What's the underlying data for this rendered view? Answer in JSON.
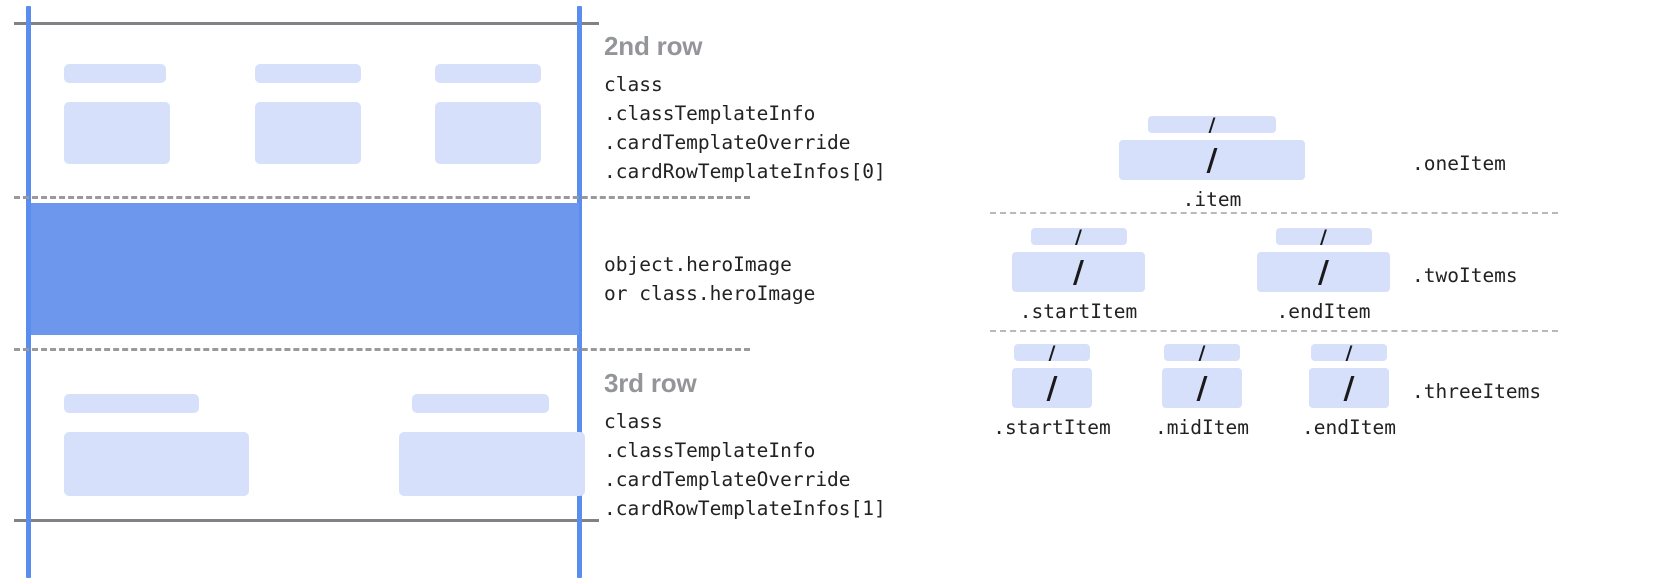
{
  "card_diagram": {
    "name": "card-template-rows-diagram",
    "rows": [
      {
        "id": "second-row",
        "title": "2nd row",
        "code_lines": [
          "class",
          ".classTemplateInfo",
          ".cardTemplateOverride",
          ".cardRowTemplateInfos[0]"
        ],
        "placeholder_columns": 3
      },
      {
        "id": "hero-image-row",
        "title": "",
        "code_lines": [
          "object.heroImage",
          "or class.heroImage"
        ],
        "placeholder_columns": 0
      },
      {
        "id": "third-row",
        "title": "3rd row",
        "code_lines": [
          "class",
          ".classTemplateInfo",
          ".cardTemplateOverride",
          ".cardRowTemplateInfos[1]"
        ],
        "placeholder_columns": 2
      }
    ]
  },
  "item_diagram": {
    "name": "row-item-layouts-diagram",
    "slash_glyph": "/",
    "groups": [
      {
        "id": "one-item",
        "group_label": ".oneItem",
        "items": [
          {
            "label": ".item"
          }
        ]
      },
      {
        "id": "two-items",
        "group_label": ".twoItems",
        "items": [
          {
            "label": ".startItem"
          },
          {
            "label": ".endItem"
          }
        ]
      },
      {
        "id": "three-items",
        "group_label": ".threeItems",
        "items": [
          {
            "label": ".startItem"
          },
          {
            "label": ".midItem"
          },
          {
            "label": ".endItem"
          }
        ]
      }
    ]
  },
  "colors": {
    "guide_blue": "#5b8def",
    "hero_blue": "#6d97ec",
    "placeholder_blue": "#d6e0fa",
    "guide_gray": "#808285",
    "title_gray": "#939598",
    "code_black": "#222222"
  }
}
